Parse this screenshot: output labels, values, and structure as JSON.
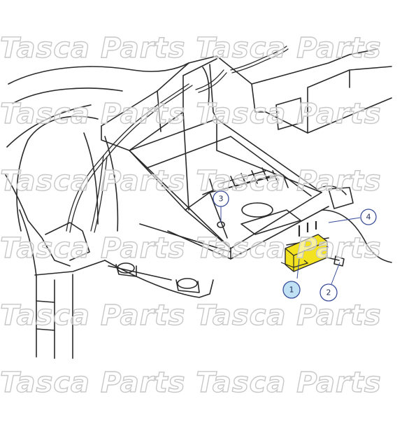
{
  "watermark": {
    "text": "Tasca Parts Tasca Parts"
  },
  "callouts": [
    {
      "number": "1",
      "highlighted": true
    },
    {
      "number": "2",
      "highlighted": false
    },
    {
      "number": "3",
      "highlighted": false
    },
    {
      "number": "4",
      "highlighted": false
    }
  ],
  "colors": {
    "line": "#2a2a2a",
    "part_highlight": "#f2e21f",
    "callout_stroke": "#3b4f9a",
    "callout_highlight_fill": "#bfe1f3",
    "watermark_stroke": "#c8c8c8"
  }
}
